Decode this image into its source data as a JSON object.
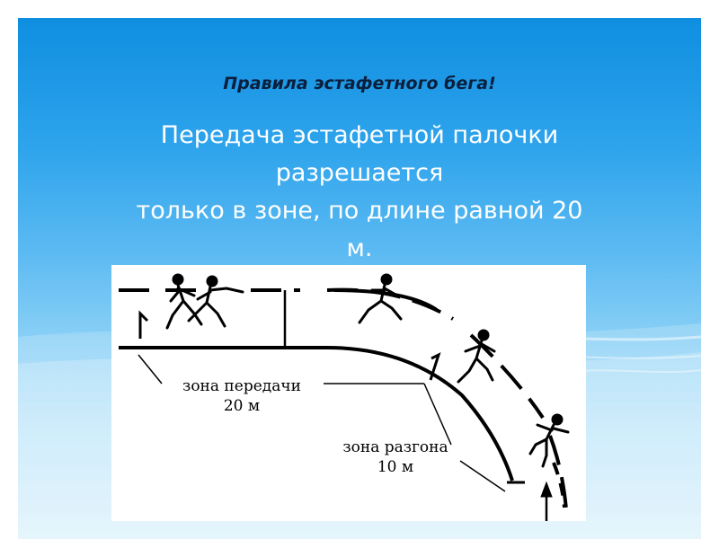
{
  "slide": {
    "title": "Правила эстафетного бега!",
    "subtitle_lines": [
      "Передача эстафетной палочки",
      "разрешается",
      "только в зоне, по длине равной 20",
      "м."
    ]
  },
  "diagram": {
    "handoff_zone": {
      "label": "зона передачи",
      "length": "20 м"
    },
    "acceleration_zone": {
      "label": "зона разгона",
      "length": "10 м"
    }
  },
  "colors": {
    "background_top": "#0f8ee0",
    "background_bottom": "#d8f0fc",
    "title": "#0a1f3d",
    "subtitle": "#ffffff",
    "diagram_ink": "#000000"
  }
}
